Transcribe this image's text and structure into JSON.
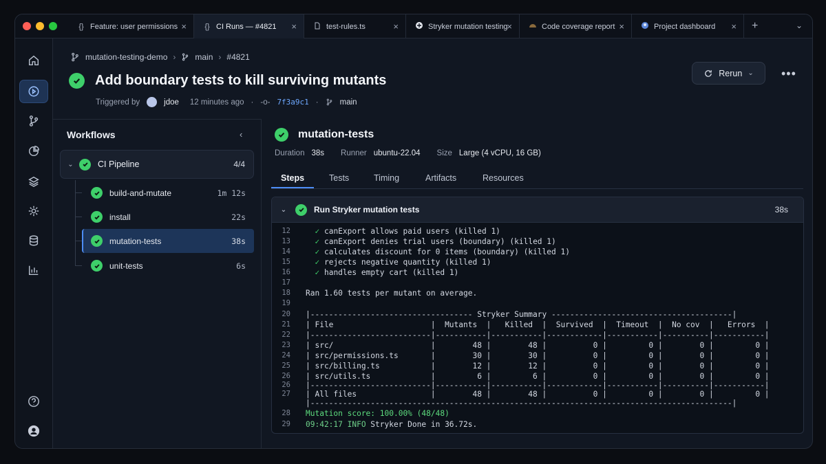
{
  "tabs": [
    {
      "icon": "code-icon",
      "label": "Feature: user permissions"
    },
    {
      "icon": "code-icon",
      "label": "CI Runs — #4821"
    },
    {
      "icon": "file-icon",
      "label": "test-rules.ts"
    },
    {
      "icon": "stryker-icon",
      "label": "Stryker mutation testing"
    },
    {
      "icon": "coverage-icon",
      "label": "Code coverage report"
    },
    {
      "icon": "globe-icon",
      "label": "Project dashboard"
    }
  ],
  "breadcrumb": {
    "repo": "mutation-testing-demo",
    "branch": "main",
    "run": "#4821"
  },
  "header": {
    "title": "Add boundary tests to kill surviving mutants",
    "triggered_by_label": "Triggered by",
    "user": "jdoe",
    "time": "12 minutes ago",
    "sha": "7f3a9c1",
    "branch": "main",
    "rerun_label": "Rerun",
    "more_label": "•••"
  },
  "workflows": {
    "title": "Workflows",
    "pipeline": {
      "name": "CI Pipeline",
      "count": "4/4"
    },
    "jobs": [
      {
        "name": "build-and-mutate",
        "duration": "1m 12s"
      },
      {
        "name": "install",
        "duration": "22s"
      },
      {
        "name": "mutation-tests",
        "duration": "38s"
      },
      {
        "name": "unit-tests",
        "duration": "6s"
      }
    ]
  },
  "job": {
    "name": "mutation-tests",
    "duration_label": "Duration",
    "duration": "38s",
    "runner_label": "Runner",
    "runner": "ubuntu-22.04",
    "size_label": "Size",
    "size": "Large (4 vCPU, 16 GB)",
    "tabs": [
      "Steps",
      "Tests",
      "Timing",
      "Artifacts",
      "Resources"
    ],
    "active_tab": "Steps"
  },
  "step": {
    "name": "Run Stryker mutation tests",
    "duration": "38s",
    "log": [
      {
        "n": "12",
        "text": "  ✓ canExport allows paid users (killed 1)"
      },
      {
        "n": "13",
        "text": "  ✓ canExport denies trial users (boundary) (killed 1)"
      },
      {
        "n": "14",
        "text": "  ✓ calculates discount for 0 items (boundary) (killed 1)"
      },
      {
        "n": "15",
        "text": "  ✓ rejects negative quantity (killed 1)"
      },
      {
        "n": "16",
        "text": "  ✓ handles empty cart (killed 1)"
      },
      {
        "n": "17",
        "text": ""
      },
      {
        "n": "18",
        "text": "Ran 1.60 tests per mutant on average."
      },
      {
        "n": "19",
        "text": ""
      },
      {
        "n": "20",
        "text": "|----------------------------------- Stryker Summary ---------------------------------------|"
      },
      {
        "n": "21",
        "text": "| File                     |  Mutants  |   Killed  |  Survived  |  Timeout  |  No cov  |   Errors  |"
      },
      {
        "n": "22",
        "text": "|--------------------------|-----------|-----------|------------|-----------|----------|-----------|"
      },
      {
        "n": "23",
        "text": "| src/                     |        48 |        48 |          0 |         0 |        0 |         0 |"
      },
      {
        "n": "24",
        "text": "| src/permissions.ts       |        30 |        30 |          0 |         0 |        0 |         0 |"
      },
      {
        "n": "25",
        "text": "| src/billing.ts           |        12 |        12 |          0 |         0 |        0 |         0 |"
      },
      {
        "n": "26",
        "text": "| src/utils.ts             |         6 |         6 |          0 |         0 |        0 |         0 |"
      },
      {
        "n": "26",
        "text": "|--------------------------|-----------|-----------|------------|-----------|----------|-----------|"
      },
      {
        "n": "27",
        "text": "| All files                |        48 |        48 |          0 |         0 |        0 |         0 |"
      },
      {
        "n": "",
        "text": "|-------------------------------------------------------------------------------------------|"
      },
      {
        "n": "28",
        "text": "Mutation score: 100.00% (48/48)"
      },
      {
        "n": "29",
        "text": "09:42:17 INFO Stryker Done in 36.72s."
      }
    ]
  },
  "colors": {
    "success": "#3ecf6a",
    "accent": "#4d8df5",
    "sha": "#6ea8ff"
  }
}
